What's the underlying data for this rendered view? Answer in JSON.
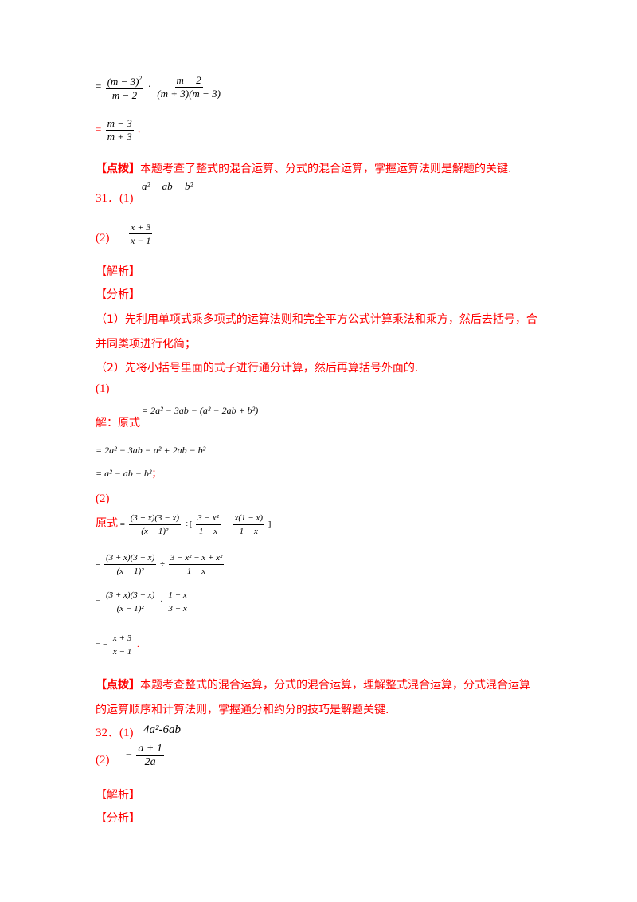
{
  "top_steps": {
    "step1": {
      "prefix": "=",
      "frac1_num": "(m − 3)",
      "frac1_num_exp": "2",
      "frac1_den": "m − 2",
      "dot": "·",
      "frac2_num": "m − 2",
      "frac2_den": "(m + 3)(m − 3)"
    },
    "step2": {
      "prefix": "=",
      "frac_num": "m − 3",
      "frac_den": "m + 3",
      "end": "."
    }
  },
  "tip1": {
    "label": "【点拨】",
    "text": "本题考查了整式的混合运算、分式的混合运算，掌握运算法则是解题的关键."
  },
  "q31": {
    "number": "31．(1)",
    "answer1": "a² − ab − b²",
    "part2_label": "(2)",
    "answer2_num": "x + 3",
    "answer2_den": "x − 1",
    "jiexi_label": "【解析】",
    "fenxi_label": "【分析】",
    "analysis_1a": "（1）先利用单项式乘多项式的运算法则和完全平方公式计算乘法和乘方，然后去括号，合",
    "analysis_1b": "并同类项进行化简；",
    "analysis_2": "（2）先将小括号里面的式子进行通分计算，然后再算括号外面的.",
    "sol1_label": "(1)",
    "sol1_intro": "解：原式",
    "sol1_line1": "= 2a² − 3ab − (a² − 2ab + b²)",
    "sol1_line2": "= 2a² − 3ab − a² + 2ab − b²",
    "sol1_line3": "= a² − ab − b²",
    "sol1_end": "；",
    "sol2_label": "(2)",
    "sol2_intro": "原式",
    "sol2_line1": {
      "prefix": "=",
      "f1_num": "(3 + x)(3 − x)",
      "f1_den": "(x − 1)²",
      "op": "÷[",
      "f2_num": "3 − x²",
      "f2_den": "1 − x",
      "minus": "−",
      "f3_num": "x(1 − x)",
      "f3_den": "1 − x",
      "close": "]"
    },
    "sol2_line2": {
      "prefix": "=",
      "f1_num": "(3 + x)(3 − x)",
      "f1_den": "(x − 1)²",
      "op": "÷",
      "f2_num": "3 − x² − x + x²",
      "f2_den": "1 − x"
    },
    "sol2_line3": {
      "prefix": "=",
      "f1_num": "(3 + x)(3 − x)",
      "f1_den": "(x − 1)²",
      "op": "·",
      "f2_num": "1 − x",
      "f2_den": "3 − x"
    },
    "sol2_line4": {
      "prefix": "= −",
      "f_num": "x + 3",
      "f_den": "x − 1",
      "end": "."
    }
  },
  "tip2": {
    "label": "【点拨】",
    "text_a": "本题考查整式的混合运算，分式的混合运算，理解整式混合运算，分式混合运算",
    "text_b": "的运算顺序和计算法则，掌握通分和约分的技巧是解题关键."
  },
  "q32": {
    "number": "32．(1)",
    "answer1": "4a²-6ab",
    "part2_label": "(2)",
    "answer2_sign": "−",
    "answer2_num": "a + 1",
    "answer2_den": "2a",
    "jiexi_label": "【解析】",
    "fenxi_label": "【分析】"
  },
  "colors": {
    "accent": "#ff0000",
    "text": "#000000"
  }
}
